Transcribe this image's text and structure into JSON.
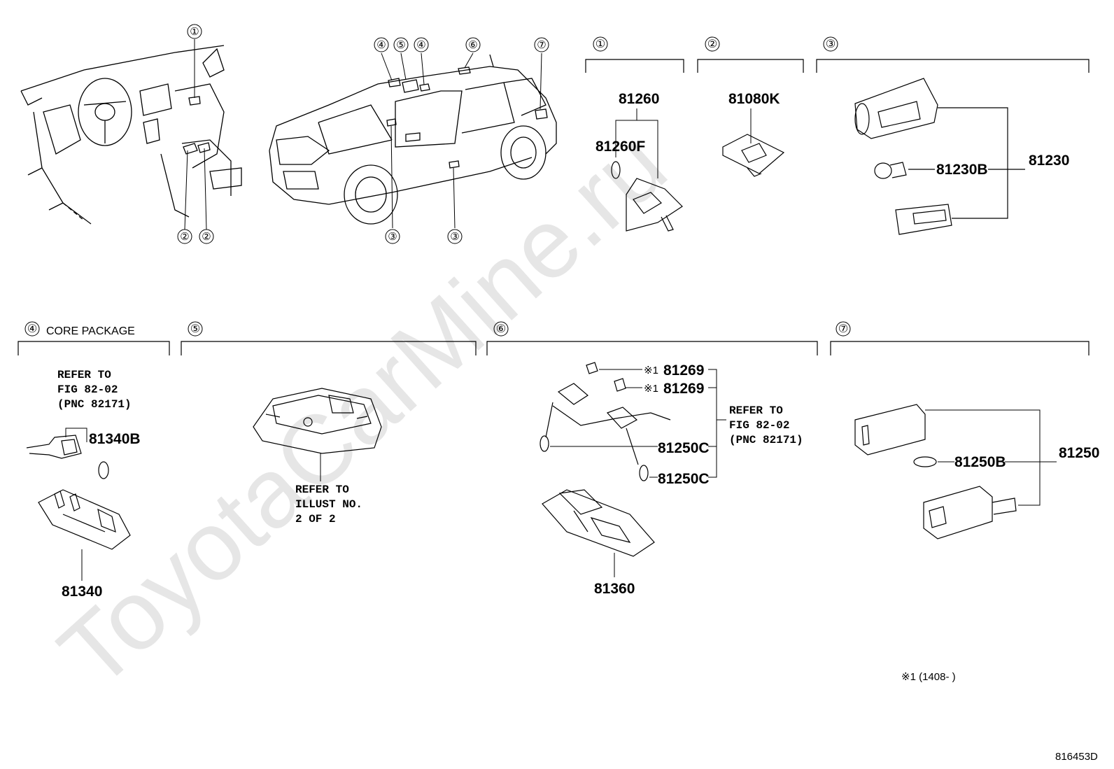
{
  "watermark": "ToyotaCarMine.ru",
  "overview_callouts": {
    "dash_top": "①",
    "dash_bottom_a": "②",
    "dash_bottom_b": "②",
    "car_top_a": "④",
    "car_top_b": "⑤",
    "car_top_c": "④",
    "car_top_d": "⑥",
    "car_top_e": "⑦",
    "car_bottom_a": "③",
    "car_bottom_b": "③"
  },
  "sections": {
    "s1": {
      "label": "①",
      "parts": {
        "p1": "81260",
        "p2": "81260F"
      }
    },
    "s2": {
      "label": "②",
      "parts": {
        "p1": "81080K"
      }
    },
    "s3": {
      "label": "③",
      "parts": {
        "p1": "81230",
        "p2": "81230B"
      }
    },
    "s4": {
      "label": "④",
      "title": "CORE PACKAGE",
      "refer": [
        "REFER TO",
        "FIG 82-02",
        "(PNC 82171)"
      ],
      "parts": {
        "p1": "81340B",
        "p2": "81340"
      }
    },
    "s5": {
      "label": "⑤",
      "refer": [
        "REFER TO",
        "ILLUST NO.",
        "2 OF 2"
      ]
    },
    "s6": {
      "label": "⑥",
      "mark": "※1",
      "refer": [
        "REFER TO",
        "FIG 82-02",
        "(PNC 82171)"
      ],
      "parts": {
        "p1": "81269",
        "p2": "81269",
        "p3": "81250C",
        "p4": "81250C",
        "p5": "81360"
      }
    },
    "s7": {
      "label": "⑦",
      "parts": {
        "p1": "81250",
        "p2": "81250B"
      }
    }
  },
  "footnote": "※1 (1408-       )",
  "illustration_id": "816453D"
}
